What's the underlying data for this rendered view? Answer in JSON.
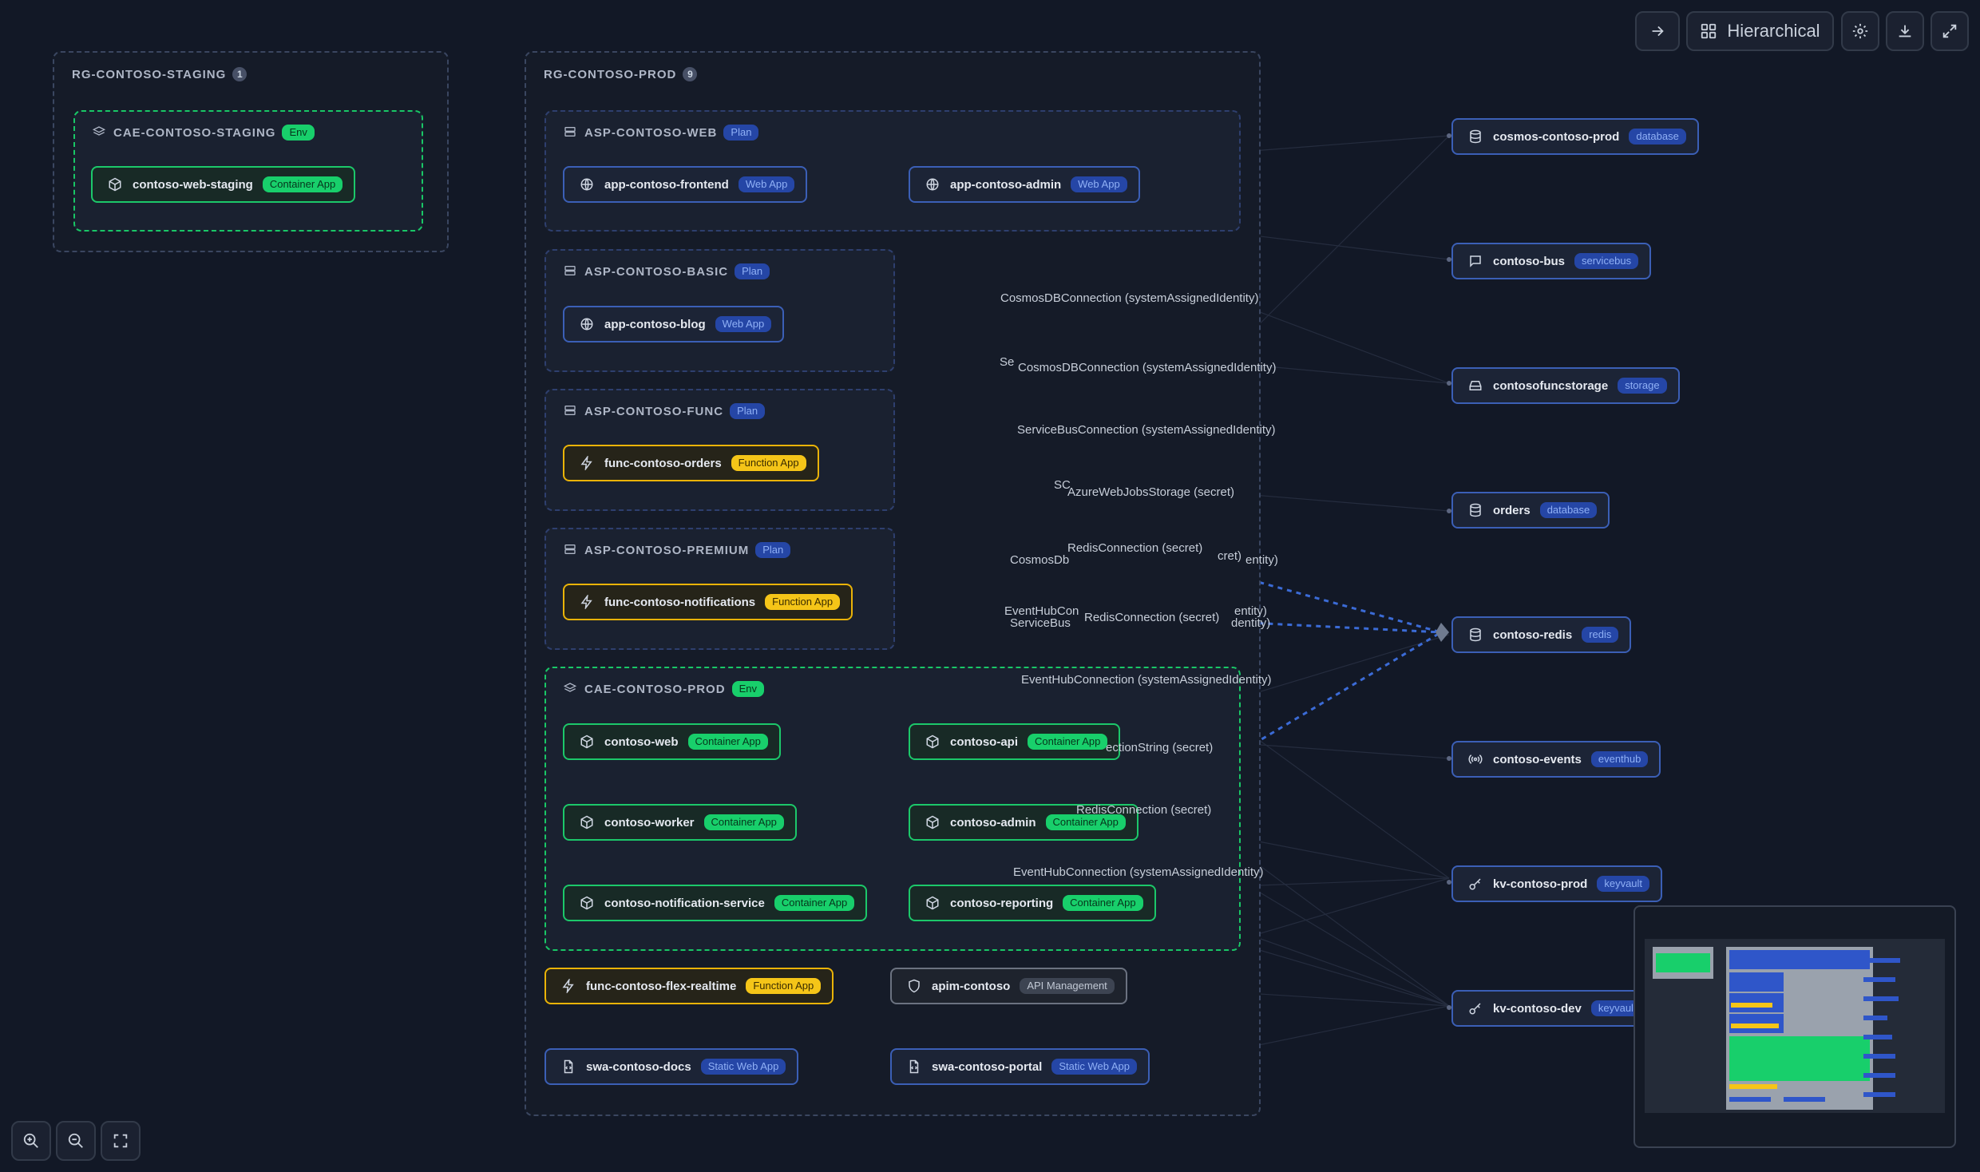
{
  "toolbar": {
    "arrow_icon": "arrow-right-icon",
    "layout_label": "Hierarchical",
    "layout_icon": "grid-icon",
    "settings_icon": "gear-icon",
    "download_icon": "download-icon",
    "expand_icon": "expand-icon"
  },
  "resource_groups": [
    {
      "name": "RG-CONTOSO-STAGING",
      "count": "1"
    },
    {
      "name": "RG-CONTOSO-PROD",
      "count": "9"
    }
  ],
  "plans": [
    {
      "name": "CAE-CONTOSO-STAGING",
      "tag": "Env"
    },
    {
      "name": "ASP-CONTOSO-WEB",
      "tag": "Plan"
    },
    {
      "name": "ASP-CONTOSO-BASIC",
      "tag": "Plan"
    },
    {
      "name": "ASP-CONTOSO-FUNC",
      "tag": "Plan"
    },
    {
      "name": "ASP-CONTOSO-PREMIUM",
      "tag": "Plan"
    },
    {
      "name": "CAE-CONTOSO-PROD",
      "tag": "Env"
    }
  ],
  "apps": [
    {
      "name": "contoso-web-staging",
      "tag": "Container App"
    },
    {
      "name": "app-contoso-frontend",
      "tag": "Web App"
    },
    {
      "name": "app-contoso-admin",
      "tag": "Web App"
    },
    {
      "name": "app-contoso-blog",
      "tag": "Web App"
    },
    {
      "name": "func-contoso-orders",
      "tag": "Function App"
    },
    {
      "name": "func-contoso-notifications",
      "tag": "Function App"
    },
    {
      "name": "contoso-web",
      "tag": "Container App"
    },
    {
      "name": "contoso-api",
      "tag": "Container App"
    },
    {
      "name": "contoso-worker",
      "tag": "Container App"
    },
    {
      "name": "contoso-admin",
      "tag": "Container App"
    },
    {
      "name": "contoso-notification-service",
      "tag": "Container App"
    },
    {
      "name": "contoso-reporting",
      "tag": "Container App"
    },
    {
      "name": "func-contoso-flex-realtime",
      "tag": "Function App"
    },
    {
      "name": "apim-contoso",
      "tag": "API Management"
    },
    {
      "name": "swa-contoso-docs",
      "tag": "Static Web App"
    },
    {
      "name": "swa-contoso-portal",
      "tag": "Static Web App"
    }
  ],
  "services": [
    {
      "name": "cosmos-contoso-prod",
      "tag": "database",
      "icon": "database-icon"
    },
    {
      "name": "contoso-bus",
      "tag": "servicebus",
      "icon": "message-icon"
    },
    {
      "name": "contosofuncstorage",
      "tag": "storage",
      "icon": "storage-icon"
    },
    {
      "name": "orders",
      "tag": "database",
      "icon": "database-icon"
    },
    {
      "name": "contoso-redis",
      "tag": "redis",
      "icon": "database-icon"
    },
    {
      "name": "contoso-events",
      "tag": "eventhub",
      "icon": "broadcast-icon"
    },
    {
      "name": "kv-contoso-prod",
      "tag": "keyvault",
      "icon": "key-icon"
    },
    {
      "name": "kv-contoso-dev",
      "tag": "keyvault",
      "icon": "key-icon"
    }
  ],
  "edge_labels": [
    "CosmosDBConnection (systemAssignedIdentity)",
    "Se",
    "CosmosDBConnection (systemAssignedIdentity)",
    "ServiceBusConnection (systemAssignedIdentity)",
    "SC",
    "AzureWebJobsStorage (secret)",
    "RedisConnection (secret)",
    "CosmosDb",
    "cret)",
    "entity)",
    "EventHubCon",
    "entity)",
    "ServiceBus",
    "RedisConnection (secret)",
    "dentity)",
    "EventHubConnection (systemAssignedIdentity)",
    "ectionString (secret)",
    "RedisConnection (secret)",
    "EventHubConnection (systemAssignedIdentity)"
  ],
  "zoom": {
    "zoom_in_icon": "zoom-in-icon",
    "zoom_out_icon": "zoom-out-icon",
    "fit_icon": "fit-view-icon"
  },
  "colors": {
    "background": "#121826",
    "plan_border": "#2e3f6e",
    "env_border": "#19c766",
    "container_app": "#18cf6b",
    "function_app": "#eab308",
    "web_app": "#3b5fb6",
    "edge": "#3b6bd6"
  }
}
